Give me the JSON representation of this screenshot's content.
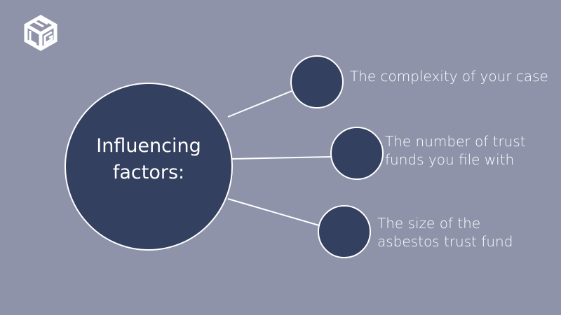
{
  "logo": {
    "text": "MLG"
  },
  "center": {
    "line1": "Influencing",
    "line2": "factors:"
  },
  "factors": [
    {
      "line1": "The complexity of your case"
    },
    {
      "line1": "The number of trust",
      "line2": "funds you file with"
    },
    {
      "line1": "The size of the",
      "line2": "asbestos trust fund"
    }
  ],
  "colors": {
    "background": "#8e93a9",
    "node": "#344060",
    "stroke": "#ffffff"
  }
}
